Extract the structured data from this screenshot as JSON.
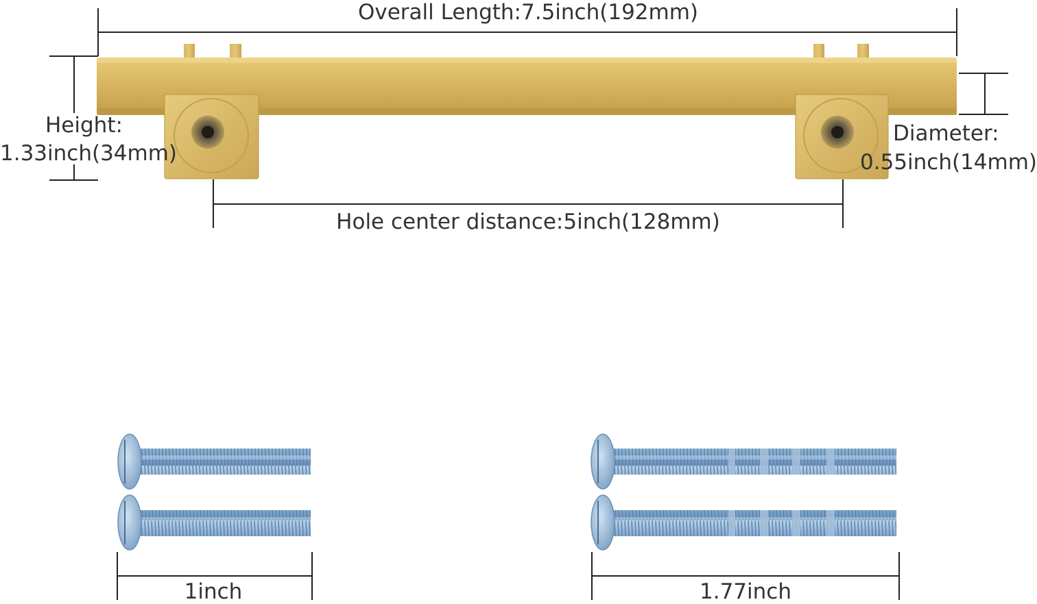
{
  "dimensions": {
    "overall_length": "Overall Length:7.5inch(192mm)",
    "height_title": "Height:",
    "height_value": "1.33inch(34mm)",
    "diameter_title": "Diameter:",
    "diameter_value": "0.55inch(14mm)",
    "hole_center_distance": "Hole center distance:5inch(128mm)"
  },
  "screws": {
    "short_length": "1inch",
    "long_length": "1.77inch"
  },
  "colors": {
    "handle_gold": "#d6b25c",
    "handle_shadow": "#b48f3e",
    "screw_blue": "#8fb6d8",
    "dimension_line": "#222222",
    "text": "#333333"
  }
}
